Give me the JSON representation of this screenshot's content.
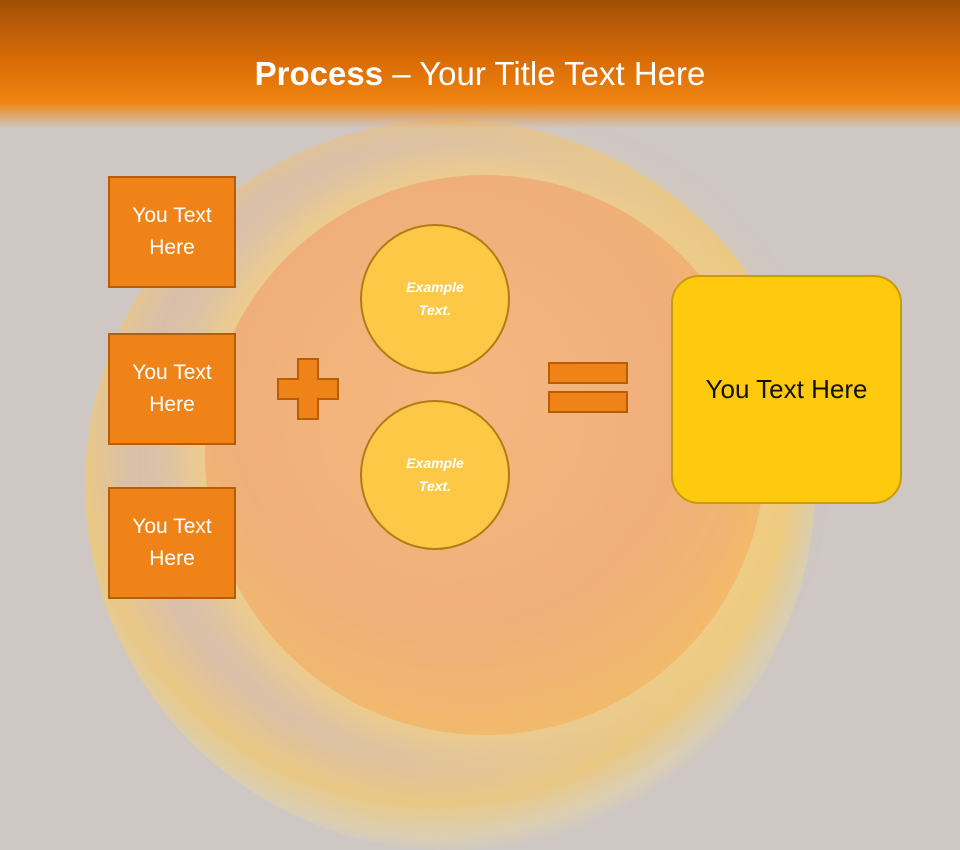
{
  "slide": {
    "title_bold": "Process",
    "title_rest": " – Your Title Text Here"
  },
  "inputs": [
    {
      "label_line1": "You Text",
      "label_line2": "Here"
    },
    {
      "label_line1": "You Text",
      "label_line2": "Here"
    },
    {
      "label_line1": "You Text",
      "label_line2": "Here"
    }
  ],
  "circles": [
    {
      "line1": "Example",
      "line2": "Text."
    },
    {
      "line1": "Example",
      "line2": "Text."
    }
  ],
  "result": {
    "label": "You Text Here"
  },
  "colors": {
    "header": "#d86a06",
    "box_fill": "#f08317",
    "circle_fill": "#fcc845",
    "result_fill": "#ffc90d",
    "operator": "#f08317"
  },
  "icons": {
    "plus": "plus-icon",
    "equals": "equals-icon"
  }
}
